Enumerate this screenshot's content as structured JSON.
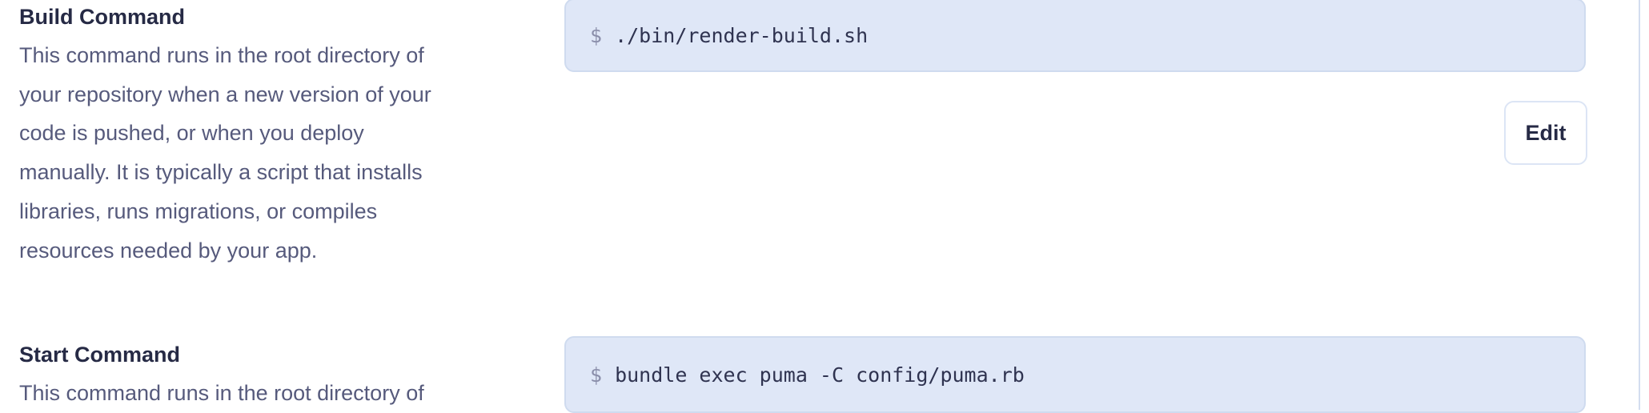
{
  "build": {
    "title": "Build Command",
    "description_lines": [
      "This command runs in the root directory of",
      "your repository when a new version of your",
      "code is pushed, or when you deploy",
      "manually. It is typically a script that installs",
      "libraries, runs migrations, or compiles",
      "resources needed by your app."
    ],
    "prompt": "$",
    "command": "./bin/render-build.sh",
    "edit_label": "Edit"
  },
  "start": {
    "title": "Start Command",
    "description_lines": [
      "This command runs in the root directory of"
    ],
    "prompt": "$",
    "command": "bundle exec puma -C config/puma.rb"
  }
}
